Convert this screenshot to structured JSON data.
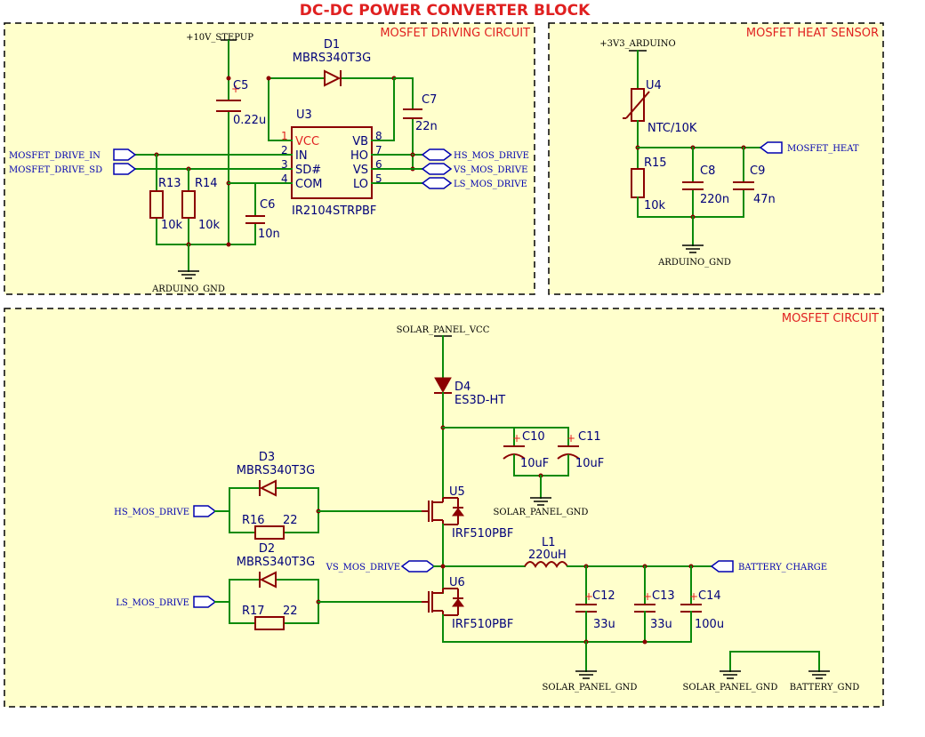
{
  "title": "DC-DC POWER CONVERTER BLOCK",
  "sections": {
    "driving": "MOSFET DRIVING CIRCUIT",
    "heat": "MOSFET HEAT SENSOR",
    "mosfet": "MOSFET CIRCUIT"
  },
  "nets": {
    "v10": "+10V_STEPUP",
    "v33": "+3V3_ARDUINO",
    "arduino_gnd": "ARDUINO_GND",
    "solar_vcc": "SOLAR_PANEL_VCC",
    "solar_gnd": "SOLAR_PANEL_GND",
    "battery_gnd": "BATTERY_GND"
  },
  "ports": {
    "drive_in": "MOSFET_DRIVE_IN",
    "drive_sd": "MOSFET_DRIVE_SD",
    "hs": "HS_MOS_DRIVE",
    "vs": "VS_MOS_DRIVE",
    "ls": "LS_MOS_DRIVE",
    "heat": "MOSFET_HEAT",
    "batt": "BATTERY_CHARGE"
  },
  "u3": {
    "ref": "U3",
    "part": "IR2104STRPBF",
    "pins": [
      {
        "num": "1",
        "name": "VCC"
      },
      {
        "num": "2",
        "name": "IN"
      },
      {
        "num": "3",
        "name": "SD#"
      },
      {
        "num": "4",
        "name": "COM"
      },
      {
        "num": "8",
        "name": "VB"
      },
      {
        "num": "7",
        "name": "HO"
      },
      {
        "num": "6",
        "name": "VS"
      },
      {
        "num": "5",
        "name": "LO"
      }
    ]
  },
  "components": {
    "d1": {
      "ref": "D1",
      "value": "MBRS340T3G"
    },
    "c5": {
      "ref": "C5",
      "value": "0.22u"
    },
    "c7": {
      "ref": "C7",
      "value": "22n"
    },
    "c6": {
      "ref": "C6",
      "value": "10n"
    },
    "r13": {
      "ref": "R13",
      "value": "10k"
    },
    "r14": {
      "ref": "R14",
      "value": "10k"
    },
    "u4": {
      "ref": "U4",
      "value": "NTC/10K"
    },
    "r15": {
      "ref": "R15",
      "value": "10k"
    },
    "c8": {
      "ref": "C8",
      "value": "220n"
    },
    "c9": {
      "ref": "C9",
      "value": "47n"
    },
    "d4": {
      "ref": "D4",
      "value": "ES3D-HT"
    },
    "c10": {
      "ref": "C10",
      "value": "10uF"
    },
    "c11": {
      "ref": "C11",
      "value": "10uF"
    },
    "d3": {
      "ref": "D3",
      "value": "MBRS340T3G"
    },
    "r16": {
      "ref": "R16",
      "value": "22"
    },
    "u5": {
      "ref": "U5",
      "value": "IRF510PBF"
    },
    "d2": {
      "ref": "D2",
      "value": "MBRS340T3G"
    },
    "r17": {
      "ref": "R17",
      "value": "22"
    },
    "u6": {
      "ref": "U6",
      "value": "IRF510PBF"
    },
    "l1": {
      "ref": "L1",
      "value": "220uH"
    },
    "c12": {
      "ref": "C12",
      "value": "33u"
    },
    "c13": {
      "ref": "C13",
      "value": "33u"
    },
    "c14": {
      "ref": "C14",
      "value": "100u"
    }
  },
  "colors": {
    "wire": "#0a8a0a",
    "component": "#8b0000",
    "port": "#0000b0",
    "section_label": "#e02020",
    "frame_fill": "#ffffcc"
  }
}
